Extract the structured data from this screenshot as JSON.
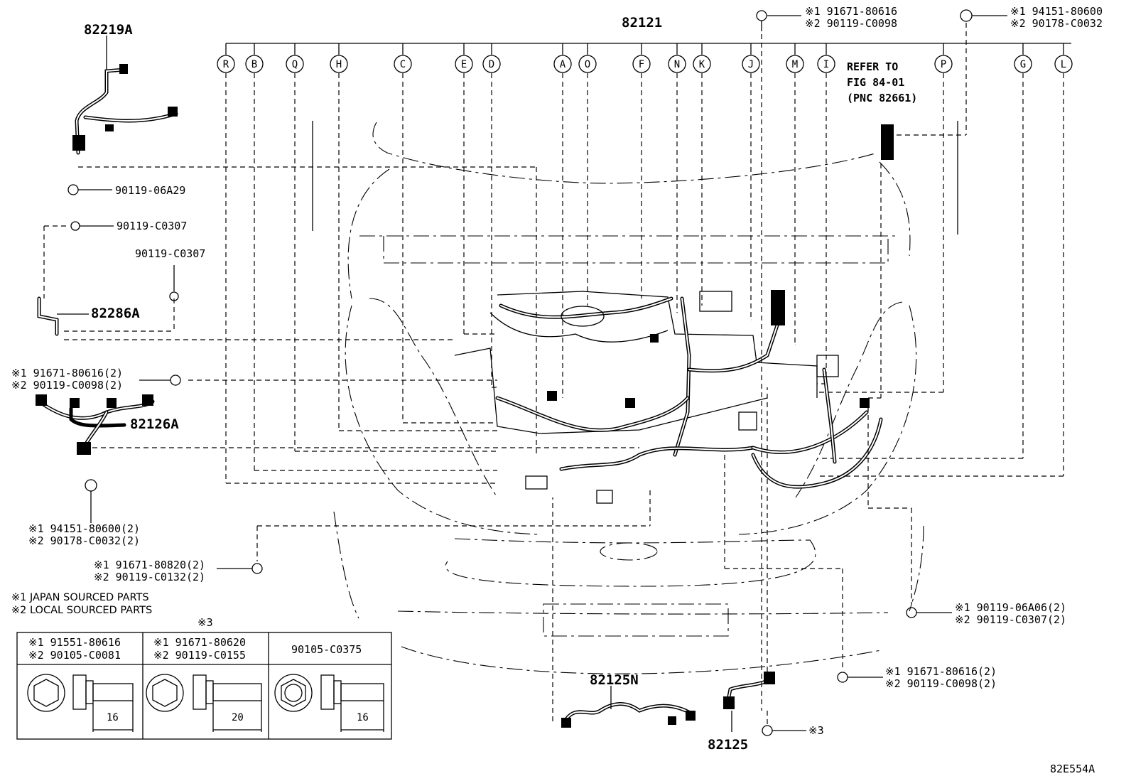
{
  "pnc": {
    "p82219A": "82219A",
    "p82121": "82121",
    "p82286A": "82286A",
    "p82126A": "82126A",
    "p82125N": "82125N",
    "p82125": "82125"
  },
  "callouts": [
    "R",
    "B",
    "Q",
    "H",
    "C",
    "E",
    "D",
    "A",
    "O",
    "F",
    "N",
    "K",
    "J",
    "M",
    "I",
    "P",
    "G",
    "L"
  ],
  "parts": {
    "top1a": "※1 91671-80616",
    "top1b": "※2 90119-C0098",
    "top2a": "※1 94151-80600",
    "top2b": "※2 90178-C0032",
    "b06A29": "90119-06A29",
    "bC0307a": "90119-C0307",
    "bC0307b": "90119-C0307",
    "left1a": "※1 91671-80616(2)",
    "left1b": "※2 90119-C0098(2)",
    "left2a": "※1 94151-80600(2)",
    "left2b": "※2 90178-C0032(2)",
    "mid1a": "※1 91671-80820(2)",
    "mid1b": "※2 90119-C0132(2)",
    "right1a": "※1 90119-06A06(2)",
    "right1b": "※2 90119-C0307(2)",
    "right2a": "※1 91671-80616(2)",
    "right2b": "※2 90119-C0098(2)",
    "x3": "※3"
  },
  "refer": [
    "REFER TO",
    "FIG 84-01",
    "(PNC 82661)"
  ],
  "notes": {
    "n1": "※1 JAPAN SOURCED PARTS",
    "n2": "※2 LOCAL SOURCED PARTS"
  },
  "table": {
    "marker": "※3",
    "cells": [
      {
        "l1": "※1 91551-80616",
        "l2": "※2 90105-C0081",
        "dim": "16"
      },
      {
        "l1": "※1 91671-80620",
        "l2": "※2 90119-C0155",
        "dim": "20"
      },
      {
        "l1": "90105-C0375",
        "l2": "",
        "dim": "16"
      }
    ]
  },
  "figure_code": "82E554A"
}
